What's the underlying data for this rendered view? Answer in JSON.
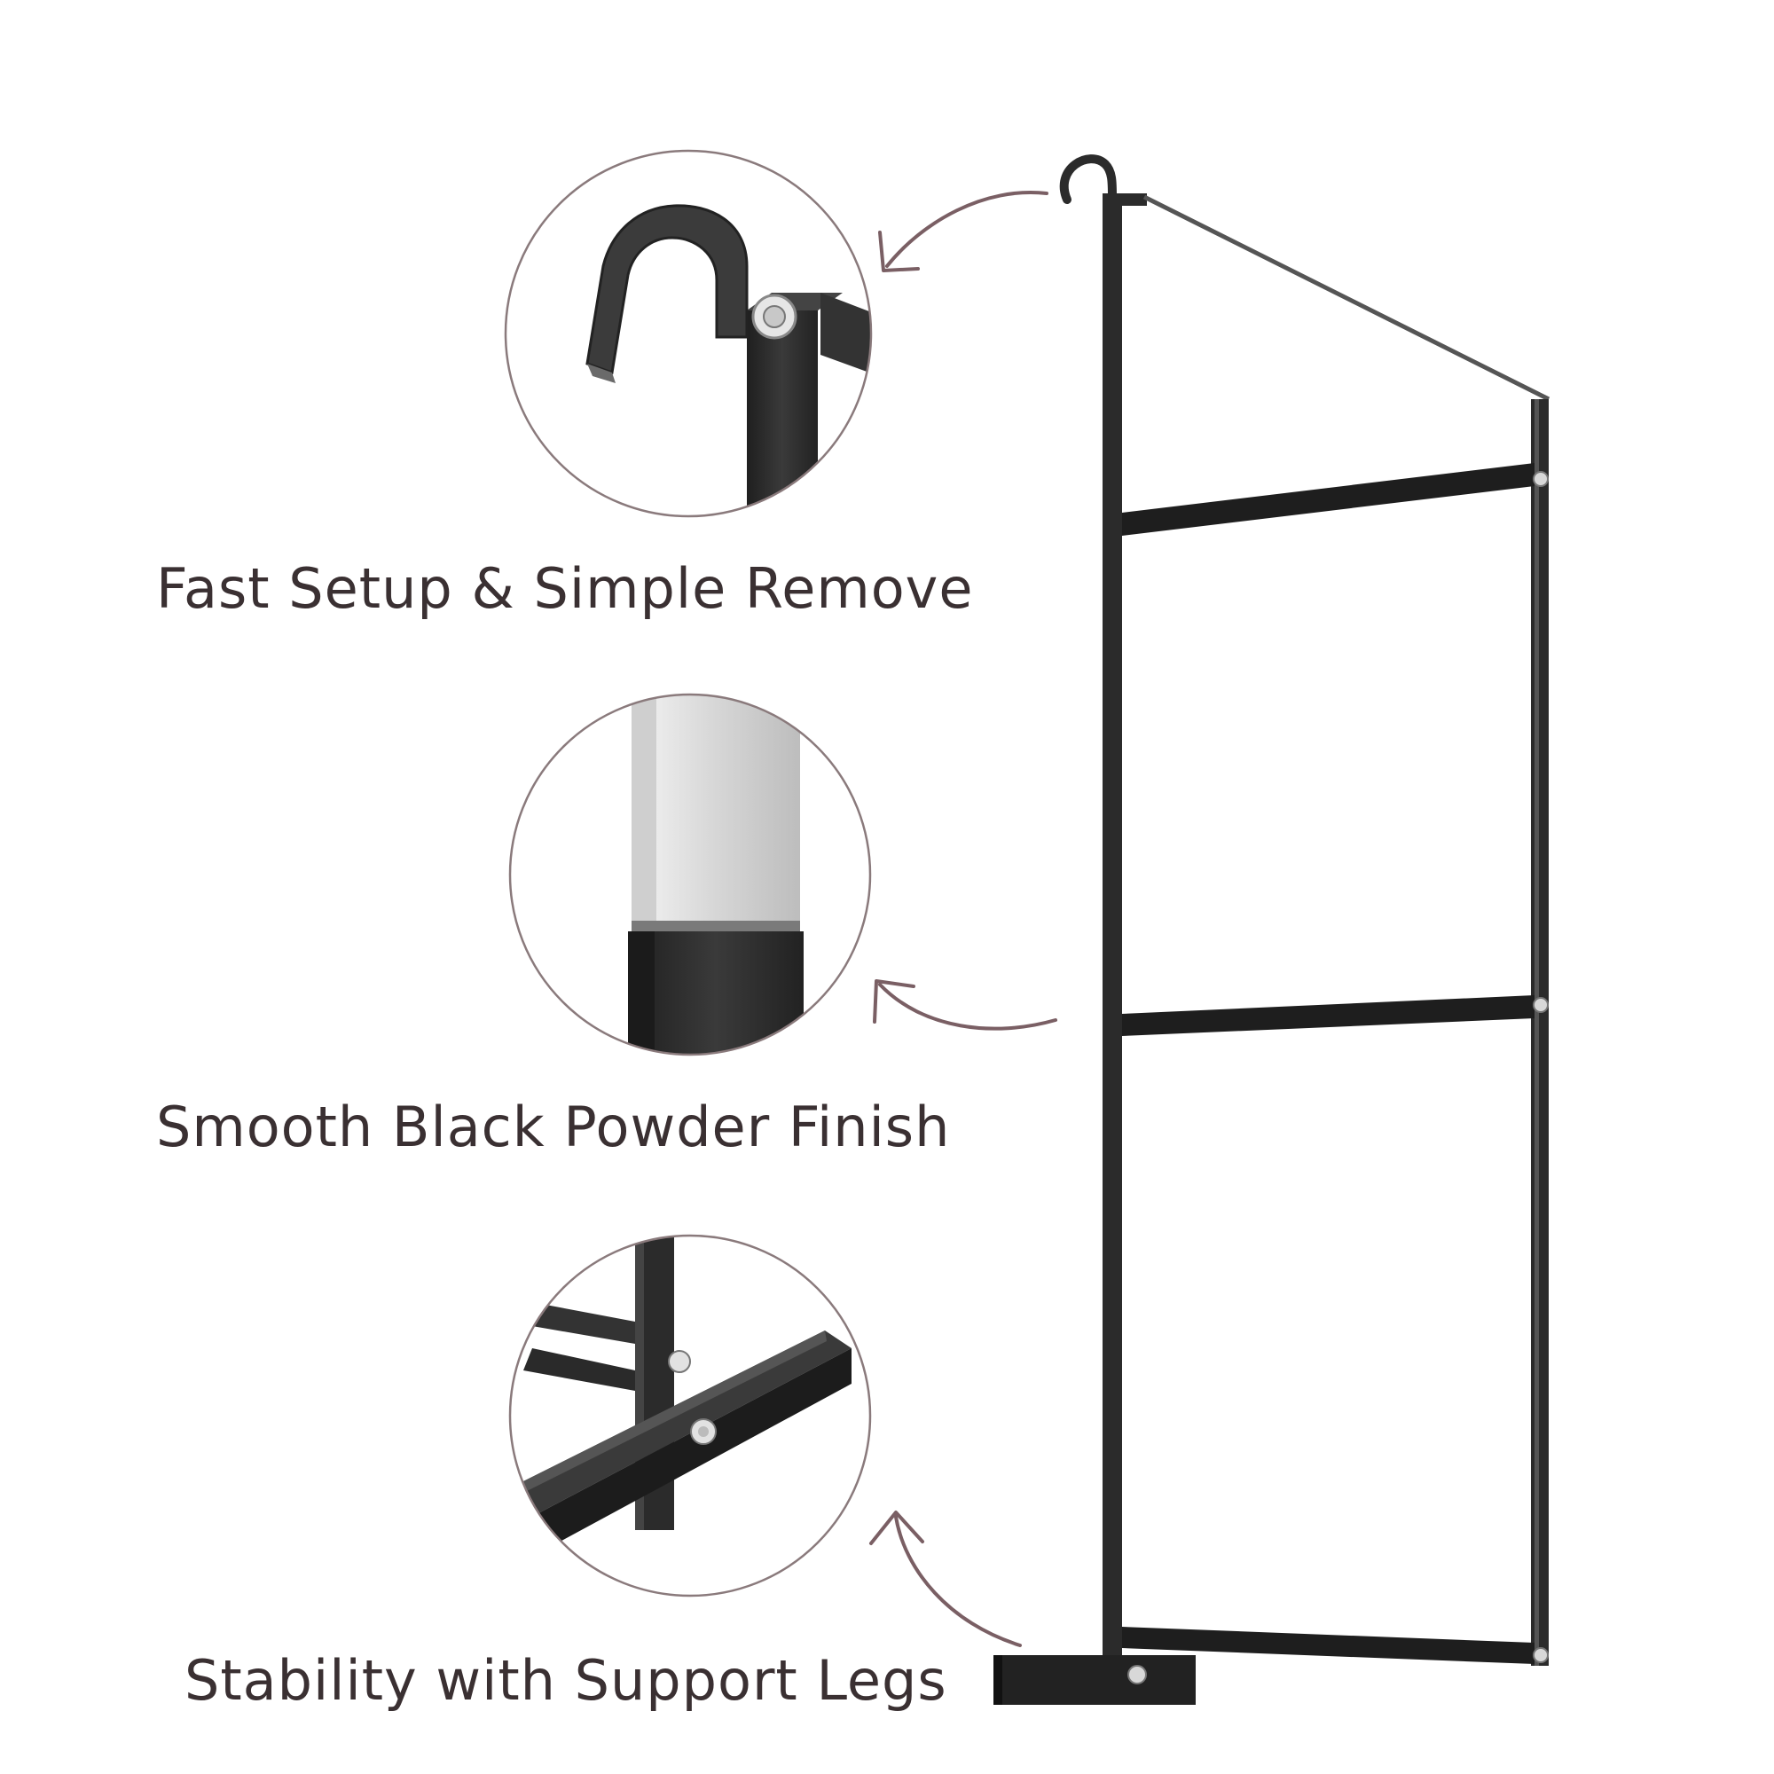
{
  "features": [
    {
      "label": "Fast Setup & Simple Remove",
      "detail_icon": "hook-detail"
    },
    {
      "label": "Smooth Black Powder Finish",
      "detail_icon": "tube-finish-detail"
    },
    {
      "label": "Stability with Support Legs",
      "detail_icon": "support-leg-detail"
    }
  ],
  "colors": {
    "frame": "#2b2b2b",
    "circle_border": "#8a7a7c",
    "arrow": "#7a5f64",
    "label_text": "#3a3032",
    "metal_light": "#e9e9e9"
  }
}
